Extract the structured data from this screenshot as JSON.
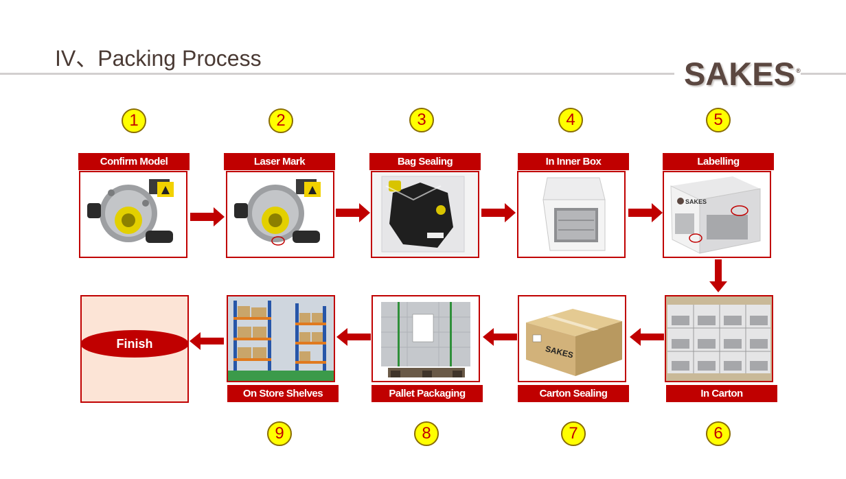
{
  "slide": {
    "title": "IV、Packing Process",
    "logo_text": "SAKES",
    "logo_mark": "®"
  },
  "steps": [
    {
      "number": "1",
      "label": "Confirm Model",
      "photo": "water-pump-photo"
    },
    {
      "number": "2",
      "label": "Laser Mark",
      "photo": "laser-marked-pump-photo"
    },
    {
      "number": "3",
      "label": "Bag Sealing",
      "photo": "bagged-pump-photo"
    },
    {
      "number": "4",
      "label": "In Inner Box",
      "photo": "inner-box-photo"
    },
    {
      "number": "5",
      "label": "Labelling",
      "photo": "labelled-box-photo"
    },
    {
      "number": "6",
      "label": "In Carton",
      "photo": "boxes-in-carton-photo"
    },
    {
      "number": "7",
      "label": "Carton Sealing",
      "photo": "sealed-carton-photo"
    },
    {
      "number": "8",
      "label": "Pallet Packaging",
      "photo": "wrapped-pallet-photo"
    },
    {
      "number": "9",
      "label": "On Store Shelves",
      "photo": "warehouse-shelves-photo"
    }
  ],
  "finish": {
    "label": "Finish"
  },
  "photo_text": {
    "box_brand": "SAKES",
    "carton_brand": "SAKES"
  },
  "colors": {
    "accent_red": "#c00000",
    "badge_yellow": "#ffff00",
    "logo_brown": "#5b4740",
    "finish_fill": "#fce4d6"
  }
}
